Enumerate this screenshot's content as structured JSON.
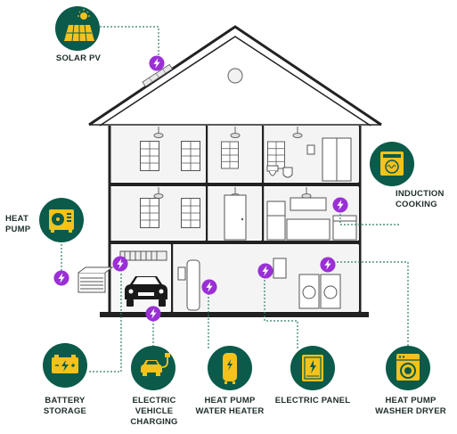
{
  "colors": {
    "badge": "#0b5a4a",
    "badge_icon": "#f5c21b",
    "bolt": "#9b2fd6",
    "house_line": "#222222",
    "leader": "#2e7d6b"
  },
  "labels": {
    "solar_pv": [
      "SOLAR PV"
    ],
    "heat_pump": [
      "HEAT",
      "PUMP"
    ],
    "induction_cooking": [
      "INDUCTION",
      "COOKING"
    ],
    "battery_storage": [
      "BATTERY",
      "STORAGE"
    ],
    "electric_vehicle_charging": [
      "ELECTRIC",
      "VEHICLE",
      "CHARGING"
    ],
    "heat_pump_water_heater": [
      "HEAT PUMP",
      "WATER HEATER"
    ],
    "electric_panel": [
      "ELECTRIC PANEL"
    ],
    "heat_pump_washer_dryer": [
      "HEAT PUMP",
      "WASHER DRYER"
    ]
  },
  "icons": {
    "solar_pv": "solar-panel-icon",
    "heat_pump": "heat-pump-icon",
    "induction_cooking": "induction-stove-icon",
    "battery_storage": "battery-icon",
    "electric_vehicle_charging": "ev-charger-icon",
    "heat_pump_water_heater": "water-heater-icon",
    "electric_panel": "electric-panel-icon",
    "heat_pump_washer_dryer": "washer-dryer-icon",
    "bolt": "lightning-bolt-icon"
  }
}
